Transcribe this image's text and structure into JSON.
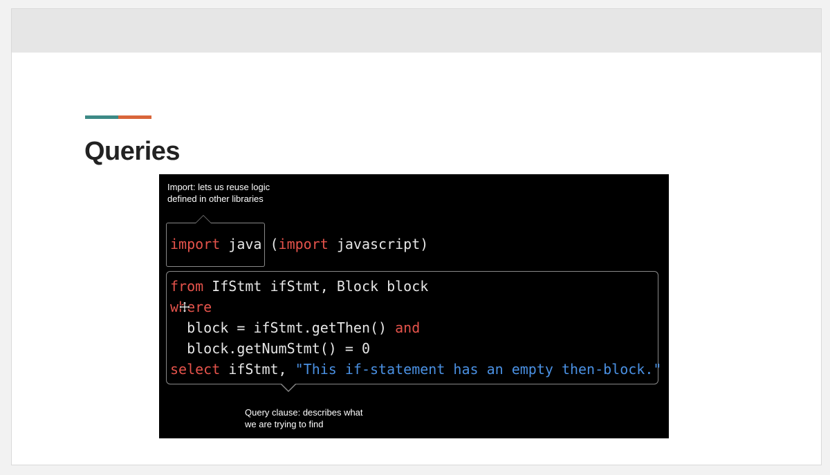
{
  "slide": {
    "title": "Queries",
    "accent_colors": {
      "teal": "#3d8a86",
      "orange": "#d9663a"
    }
  },
  "figure": {
    "import_note": "Import: lets us reuse logic\ndefined in other libraries",
    "query_note": "Query clause: describes what\nwe are trying to find",
    "import_line": {
      "kw1": "import",
      "name1": " java ",
      "paren_open": "(",
      "kw2": "import",
      "name2": " javascript)"
    },
    "query": {
      "line1_kw": "from",
      "line1_rest": " IfStmt ifStmt, Block block",
      "line2_kw": "where",
      "line3_rest": "  block = ifStmt.getThen() ",
      "line3_kw": "and",
      "line4_rest": "  block.getNumStmt() = 0",
      "line5_kw": "select",
      "line5_rest": " ifStmt, ",
      "line5_str": "\"This if-statement has an empty then-block.\""
    },
    "colors": {
      "keyword": "#e5534b",
      "string": "#4a90e2",
      "text": "#e6e6e6"
    },
    "cursor_icon": "move-cursor-icon"
  }
}
